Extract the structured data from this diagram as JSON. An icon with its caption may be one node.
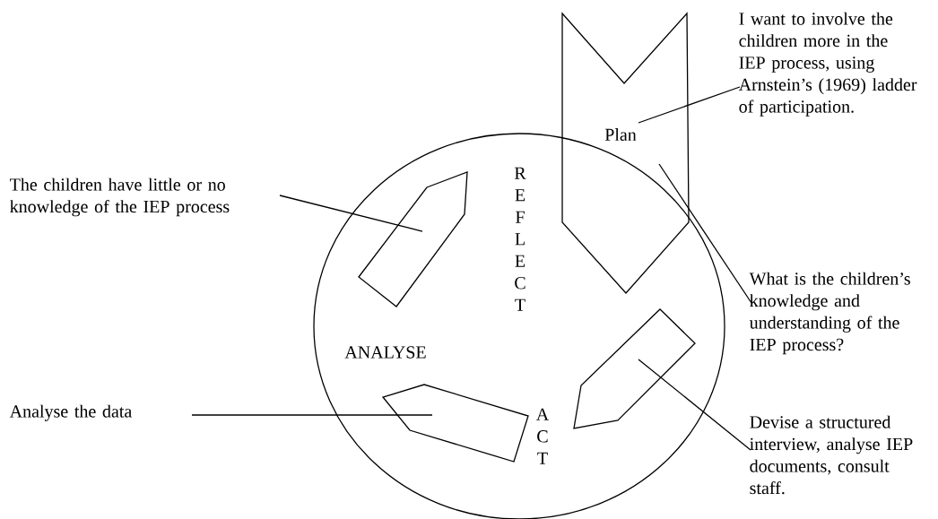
{
  "diagram": {
    "nodes": [
      {
        "text": [],
        "shape": "circle"
      },
      {
        "text": [
          "Plan"
        ]
      },
      {
        "text": [
          "I want to involve the children more in the IEP process, using Arnstein’s (1969) ladder of participation."
        ]
      },
      {
        "text": [
          "The children have little or no knowledge of the IEP process"
        ]
      },
      {
        "text": [],
        "shape": "pentagon",
        "in": 0
      },
      {
        "text": [
          "What is the children’s knowledge and understanding of the IEP process?"
        ]
      },
      {
        "text": [],
        "shape": "pentagon",
        "in": 0
      },
      {
        "text": [
          "Analyse the data"
        ]
      },
      {
        "text": [],
        "shape": "pentagon",
        "in": 0
      },
      {
        "text": [
          "Devise a structured interview, analyse IEP documents, consult staff."
        ]
      }
    ],
    "edges": [
      {
        "from": 2,
        "to": 1,
        "arrow": "none"
      },
      {
        "from": 5,
        "to": 1,
        "arrow": "none"
      },
      {
        "from": 3,
        "to": 4,
        "arrow": "none"
      },
      {
        "from": 7,
        "to": 8,
        "arrow": "none"
      },
      {
        "from": 9,
        "to": 6,
        "arrow": "none"
      }
    ],
    "labels": [
      "REFLECT",
      "ANALYSE",
      "ACT"
    ]
  }
}
